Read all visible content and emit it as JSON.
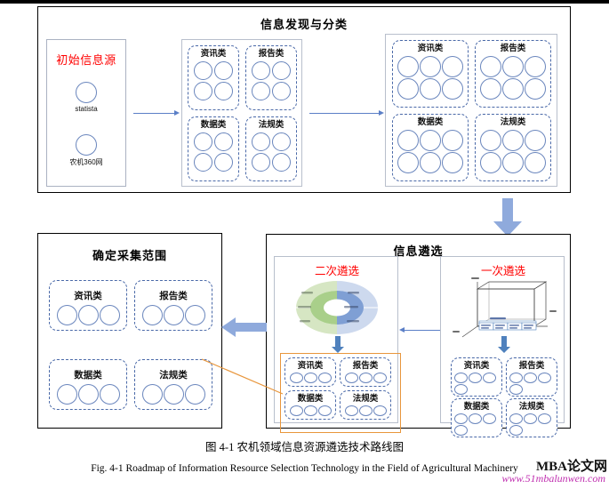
{
  "document": {
    "caption_cn": "图  4-1  农机领域信息资源遴选技术路线图",
    "caption_en": "Fig. 4-1 Roadmap of Information Resource Selection Technology in the Field of Agricultural Machinery",
    "watermark_main": "MBA论文网",
    "watermark_url": "www.51mbalunwen.com"
  },
  "colors": {
    "red_title": "#ff0000",
    "block_arrow": "#8faadc",
    "thin_arrow": "#5b7fc7",
    "orange": "#e8963c",
    "circle_stroke": "#6a86bd",
    "dashed_box": "#4a69a8",
    "donut_green_outer": "#d6e6c3",
    "donut_green_inner": "#a9cf8a",
    "donut_blue_outer": "#cdd9ee",
    "donut_blue_inner": "#7f9fd4"
  },
  "panels": {
    "discovery": {
      "title": "信息发现与分类",
      "source": {
        "title": "初始信息源",
        "nodes": [
          {
            "label": "statista"
          },
          {
            "label": "农机360网"
          }
        ]
      },
      "stage1": {
        "categories": [
          {
            "label": "资讯类",
            "circles": 4
          },
          {
            "label": "报告类",
            "circles": 4
          },
          {
            "label": "数据类",
            "circles": 4
          },
          {
            "label": "法规类",
            "circles": 4
          }
        ]
      },
      "stage2": {
        "categories": [
          {
            "label": "资讯类",
            "circles": 6
          },
          {
            "label": "报告类",
            "circles": 6
          },
          {
            "label": "数据类",
            "circles": 6
          },
          {
            "label": "法规类",
            "circles": 6
          }
        ]
      }
    },
    "selection": {
      "title": "信息遴选",
      "second_pass": {
        "title": "二次遴选",
        "chart_label": "donut-chart",
        "categories": [
          {
            "label": "资讯类",
            "circles": 3
          },
          {
            "label": "报告类",
            "circles": 3
          },
          {
            "label": "数据类",
            "circles": 3
          },
          {
            "label": "法规类",
            "circles": 3
          }
        ]
      },
      "first_pass": {
        "title": "一次遴选",
        "chart_label": "cube-diagram",
        "categories": [
          {
            "label": "资讯类",
            "circles": 4
          },
          {
            "label": "报告类",
            "circles": 4
          },
          {
            "label": "数据类",
            "circles": 4
          },
          {
            "label": "法规类",
            "circles": 4
          }
        ]
      }
    },
    "scope": {
      "title": "确定采集范围",
      "categories": [
        {
          "label": "资讯类",
          "circles": 3
        },
        {
          "label": "报告类",
          "circles": 3
        },
        {
          "label": "数据类",
          "circles": 3
        },
        {
          "label": "法规类",
          "circles": 3
        }
      ]
    }
  },
  "chart_data": {
    "type": "pie",
    "title": "二次遴选",
    "rings": [
      {
        "name": "outer",
        "slices": [
          {
            "value": 25,
            "color": "#d6e6c3"
          },
          {
            "value": 25,
            "color": "#cdd9ee"
          },
          {
            "value": 25,
            "color": "#cdd9ee"
          },
          {
            "value": 25,
            "color": "#d6e6c3"
          }
        ]
      },
      {
        "name": "inner",
        "slices": [
          {
            "value": 50,
            "color": "#a9cf8a"
          },
          {
            "value": 50,
            "color": "#7f9fd4"
          }
        ]
      }
    ],
    "legend_position": "none",
    "grid": false
  }
}
